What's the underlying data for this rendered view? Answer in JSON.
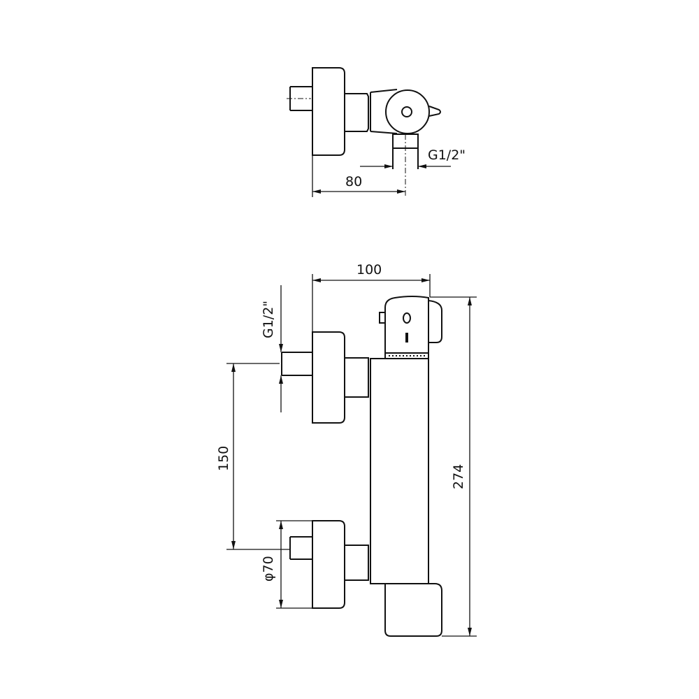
{
  "top_view": {
    "thread_label": "G1/2\"",
    "width_label": "80"
  },
  "front_view": {
    "depth_label": "100",
    "height_label": "274",
    "centers_label": "150",
    "thread_label": "G1/2\"",
    "diameter_label": "φ70"
  }
}
